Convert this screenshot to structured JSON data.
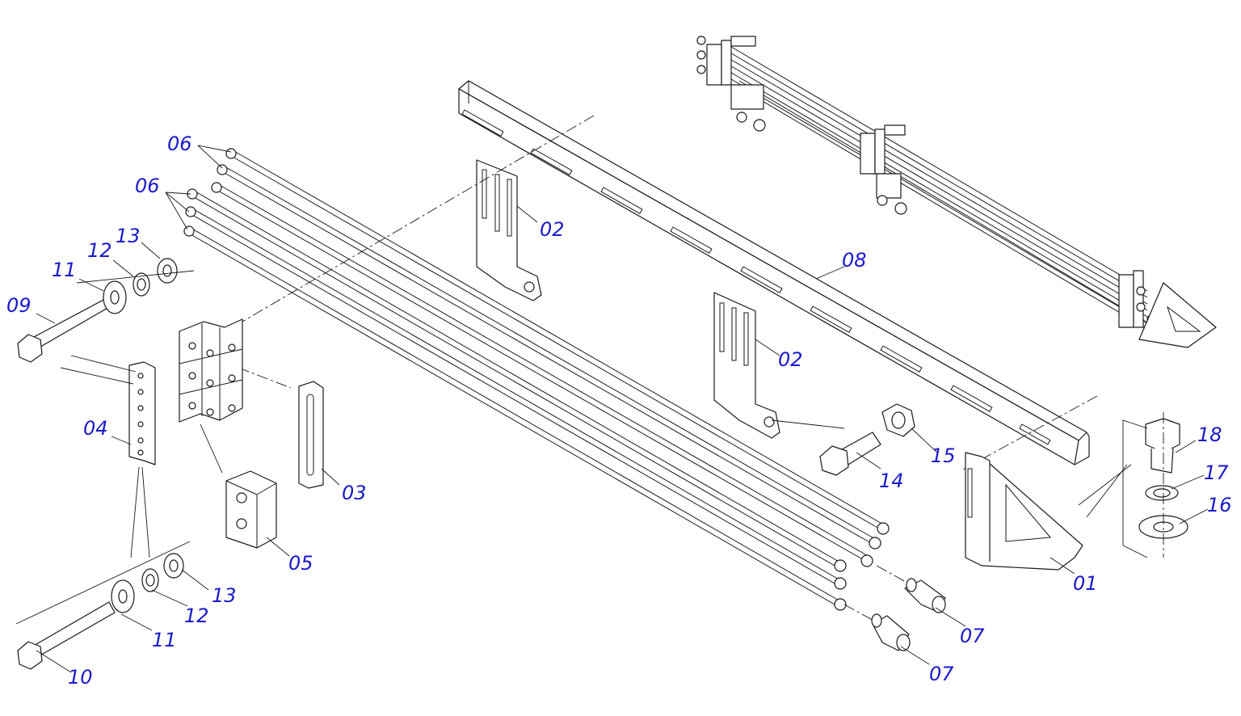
{
  "diagram": {
    "type": "exploded-parts-drawing",
    "accent_color": "#1a1acc",
    "line_color": "#1a1a1a",
    "callouts": [
      {
        "id": "c01",
        "label": "01"
      },
      {
        "id": "c02a",
        "label": "02"
      },
      {
        "id": "c02b",
        "label": "02"
      },
      {
        "id": "c03",
        "label": "03"
      },
      {
        "id": "c04",
        "label": "04"
      },
      {
        "id": "c05",
        "label": "05"
      },
      {
        "id": "c06a",
        "label": "06"
      },
      {
        "id": "c06b",
        "label": "06"
      },
      {
        "id": "c07a",
        "label": "07"
      },
      {
        "id": "c07b",
        "label": "07"
      },
      {
        "id": "c08",
        "label": "08"
      },
      {
        "id": "c09",
        "label": "09"
      },
      {
        "id": "c10",
        "label": "10"
      },
      {
        "id": "c11a",
        "label": "11"
      },
      {
        "id": "c11b",
        "label": "11"
      },
      {
        "id": "c12a",
        "label": "12"
      },
      {
        "id": "c12b",
        "label": "12"
      },
      {
        "id": "c13a",
        "label": "13"
      },
      {
        "id": "c13b",
        "label": "13"
      },
      {
        "id": "c14",
        "label": "14"
      },
      {
        "id": "c15",
        "label": "15"
      },
      {
        "id": "c16",
        "label": "16"
      },
      {
        "id": "c17",
        "label": "17"
      },
      {
        "id": "c18",
        "label": "18"
      }
    ]
  }
}
